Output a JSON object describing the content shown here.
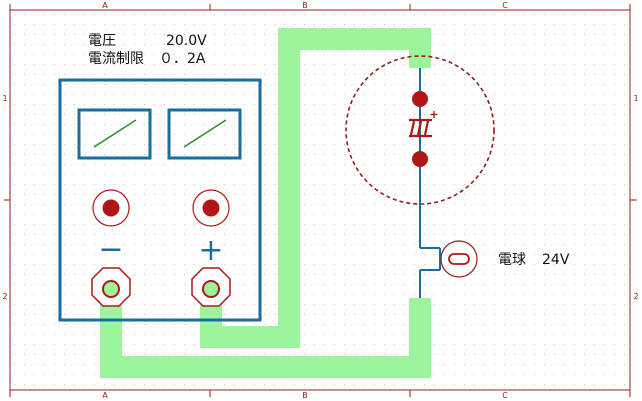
{
  "frame": {
    "columns": [
      "A",
      "B",
      "C"
    ],
    "rows": [
      "1",
      "2"
    ]
  },
  "supply": {
    "voltage_label": "電圧",
    "voltage_value": "20.0V",
    "current_label": "電流制限",
    "current_value": "０．2A",
    "minus_sign": "−",
    "plus_sign": "+"
  },
  "lamp": {
    "label": "電球",
    "rating": "24V"
  },
  "colors": {
    "wire": "#9cf59c",
    "outline": "#1a6e9c",
    "terminal": "#b11616",
    "frame": "#8c2020",
    "grid_dot": "#c8c8c8"
  }
}
